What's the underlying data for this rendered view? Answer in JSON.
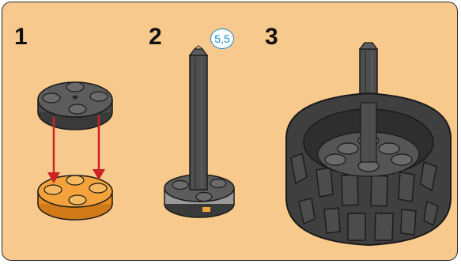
{
  "steps": [
    {
      "number": "1"
    },
    {
      "number": "2",
      "badge": "5,5"
    },
    {
      "number": "3"
    }
  ],
  "colors": {
    "background": "#f8c98c",
    "arrow": "#cc2222",
    "dark_part": "#4a4a4a",
    "light_grey_part": "#9a9a9a",
    "orange_part": "#f4a33c",
    "badge": "#1a8ad4"
  }
}
